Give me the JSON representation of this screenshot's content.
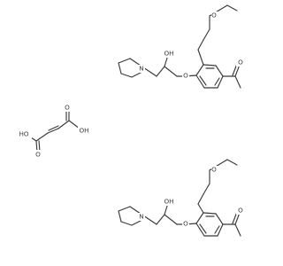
{
  "structures": [
    {
      "id": "mol-upper",
      "labels": {
        "oh": "OH",
        "n": "N",
        "ether_o": "O",
        "propoxy_o": "O",
        "ketone_o": "O"
      }
    },
    {
      "id": "fumaric-acid",
      "labels": {
        "ho": "HO",
        "o1": "O",
        "o2": "O",
        "oh": "OH"
      }
    },
    {
      "id": "mol-lower",
      "labels": {
        "oh": "OH",
        "n": "N",
        "ether_o": "O",
        "propoxy_o": "O",
        "ketone_o": "O"
      }
    }
  ]
}
